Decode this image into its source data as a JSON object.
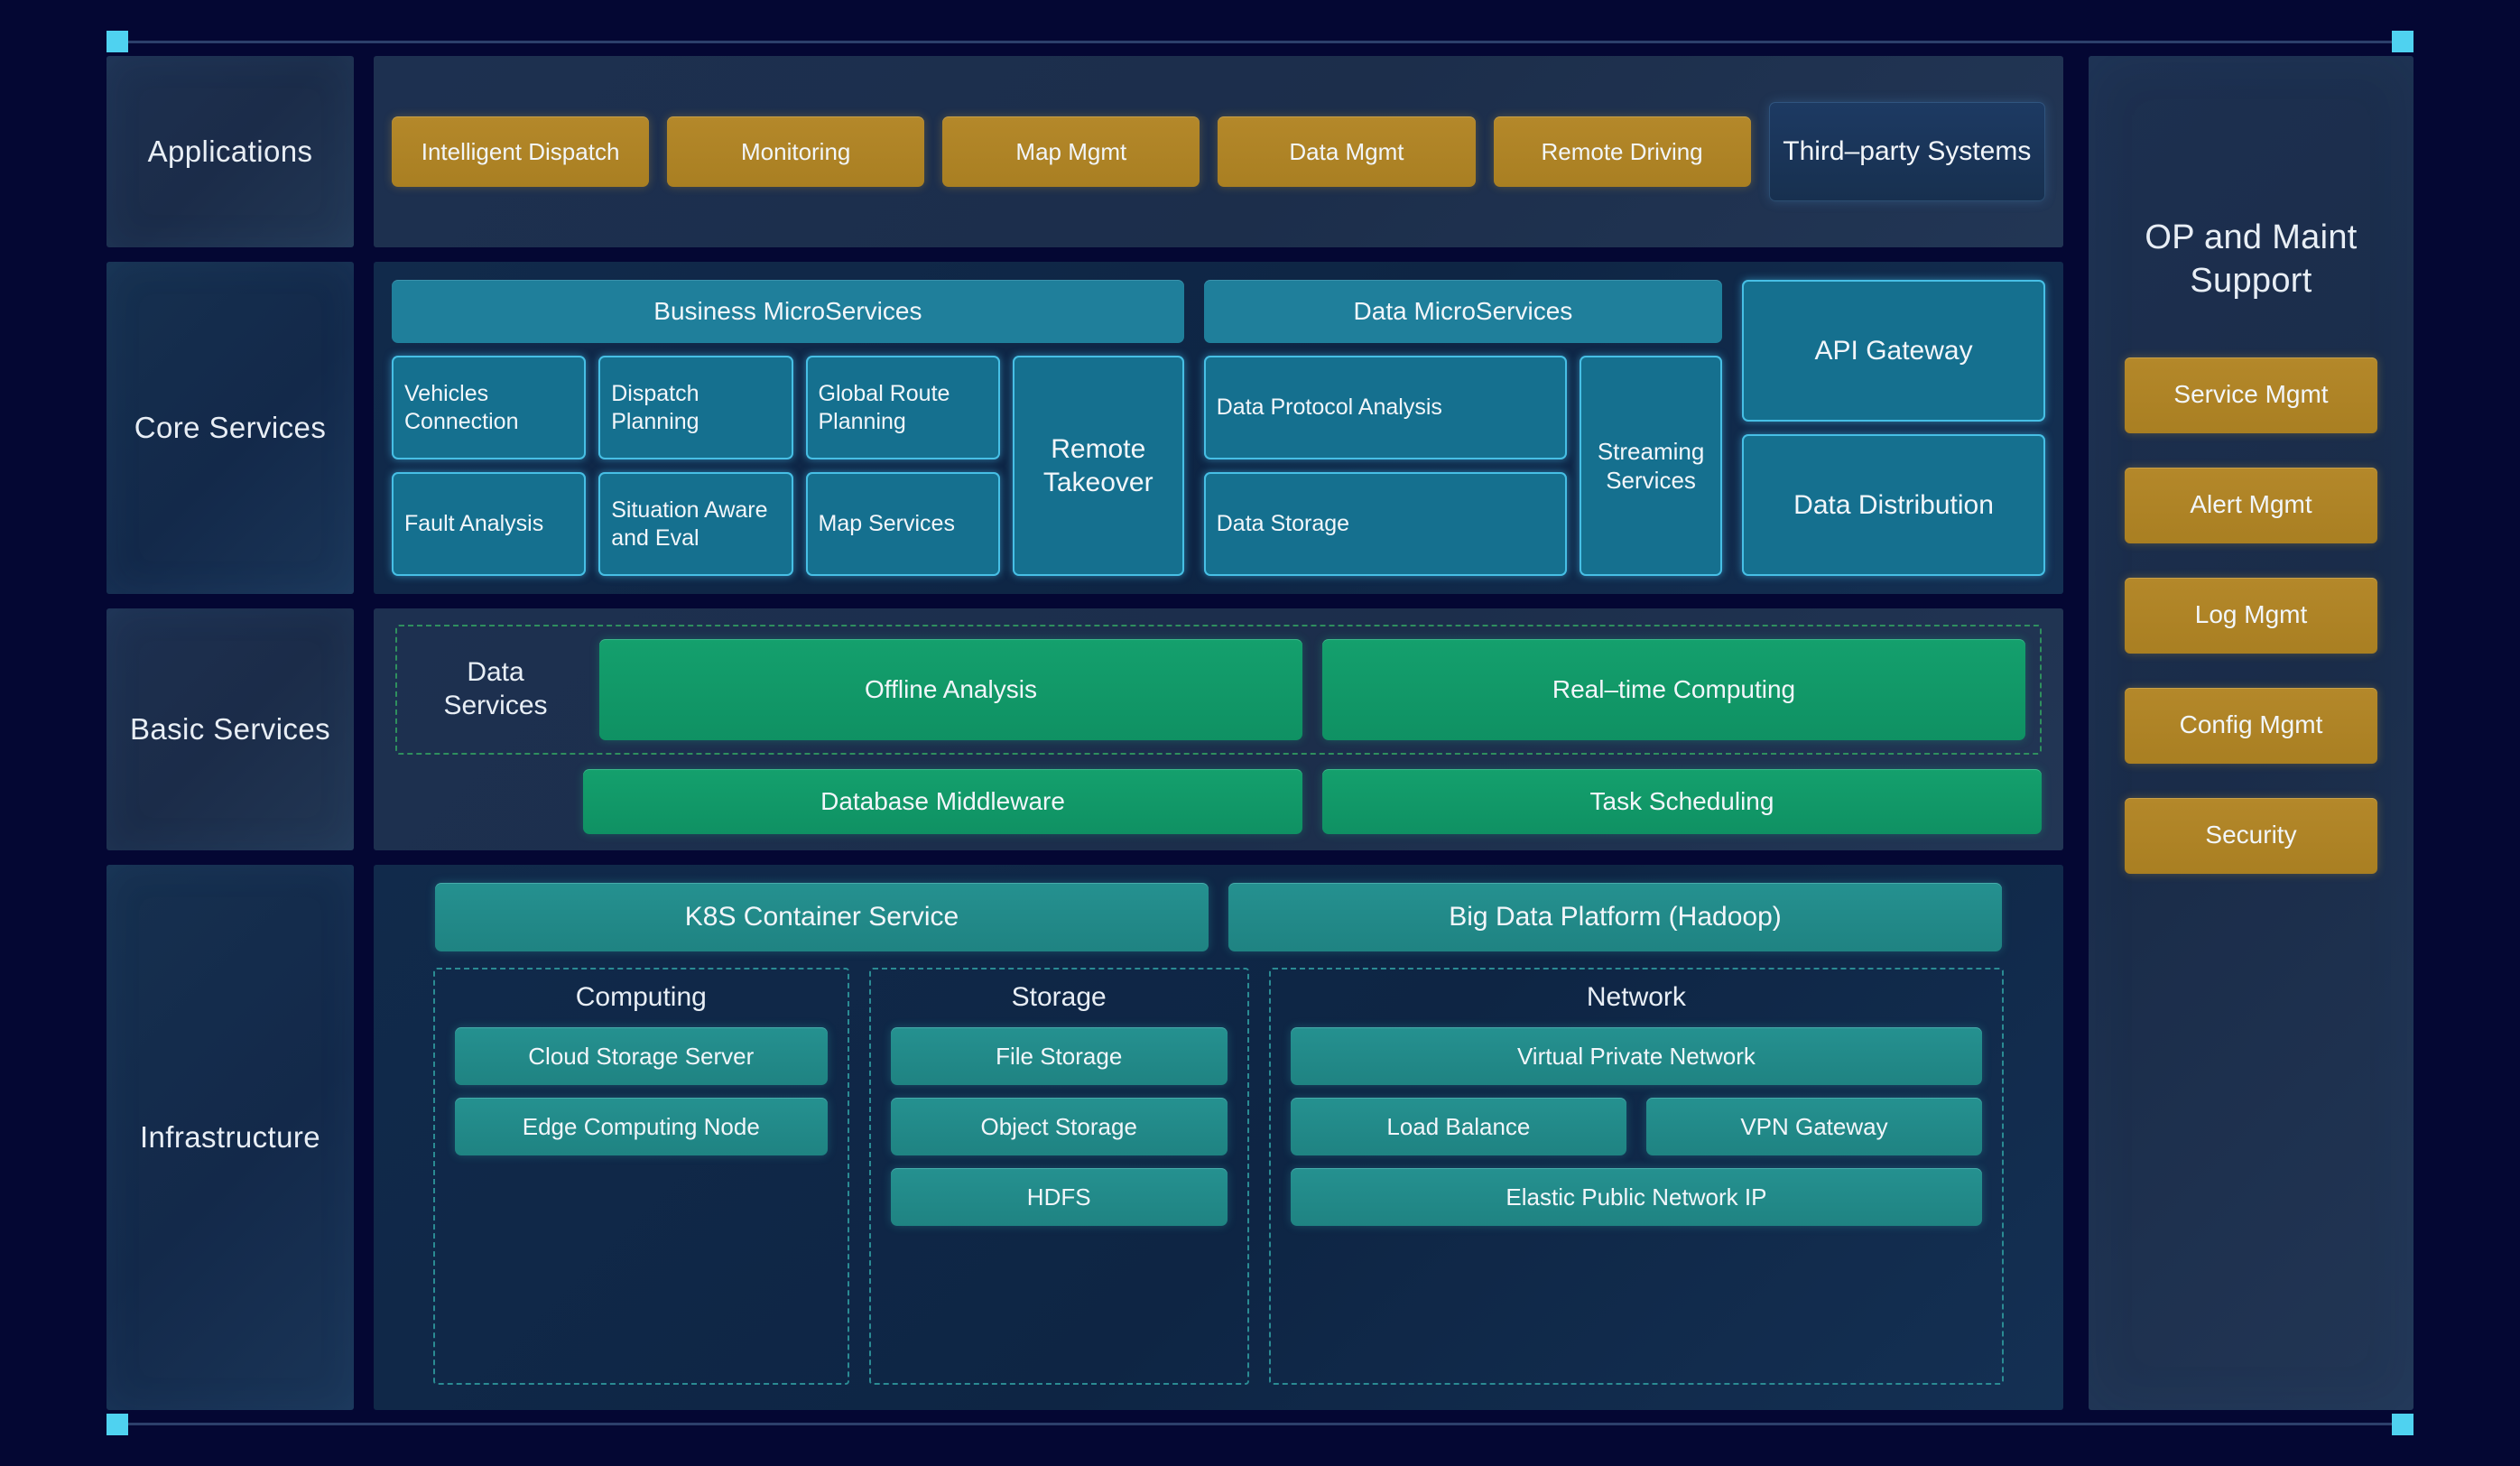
{
  "layers": [
    {
      "label": "Applications",
      "apps": [
        {
          "label": "Intelligent Dispatch",
          "style": "gold"
        },
        {
          "label": "Monitoring",
          "style": "gold"
        },
        {
          "label": "Map Mgmt",
          "style": "gold"
        },
        {
          "label": "Data Mgmt",
          "style": "gold"
        },
        {
          "label": "Remote Driving",
          "style": "gold"
        },
        {
          "label": "Third–party Systems",
          "style": "navy-outline"
        }
      ]
    },
    {
      "label": "Core Services",
      "business_header": "Business MicroServices",
      "data_header": "Data MicroServices",
      "business_items": [
        "Vehicles Connection",
        "Dispatch Planning",
        "Global Route Planning",
        "Fault Analysis",
        "Situation Aware and Eval",
        "Map Services"
      ],
      "remote_takeover": "Remote Takeover",
      "data_items": [
        "Data Protocol Analysis",
        "Data Storage"
      ],
      "streaming_services": "Streaming Services",
      "right_items": [
        "API Gateway",
        "Data Distribution"
      ]
    },
    {
      "label": "Basic Services",
      "data_services_label": "Data Services",
      "data_services_items": [
        "Offline Analysis",
        "Real–time Computing"
      ],
      "lower_items": [
        "Database Middleware",
        "Task Scheduling"
      ]
    },
    {
      "label": "Infrastructure",
      "platforms": [
        "K8S Container Service",
        "Big Data Platform (Hadoop)"
      ],
      "groups": [
        {
          "title": "Computing",
          "items": [
            "Cloud Storage Server",
            "Edge Computing Node"
          ]
        },
        {
          "title": "Storage",
          "items": [
            "File Storage",
            "Object Storage",
            "HDFS"
          ]
        },
        {
          "title": "Network",
          "row1": [
            "Virtual Private Network"
          ],
          "row2": [
            "Load Balance",
            "VPN Gateway"
          ],
          "row3": [
            "Elastic Public Network IP"
          ]
        }
      ]
    }
  ],
  "sidebar": {
    "title": "OP and Maint Support",
    "items": [
      "Service Mgmt",
      "Alert Mgmt",
      "Log Mgmt",
      "Config Mgmt",
      "Security"
    ]
  },
  "colors": {
    "page_background": "#040733",
    "gold": "#b4882a",
    "cyan": "#15708f",
    "teal_header": "#1f7f9b",
    "green": "#14a06d",
    "seagreen": "#259190",
    "marker": "#4fd2f0"
  }
}
